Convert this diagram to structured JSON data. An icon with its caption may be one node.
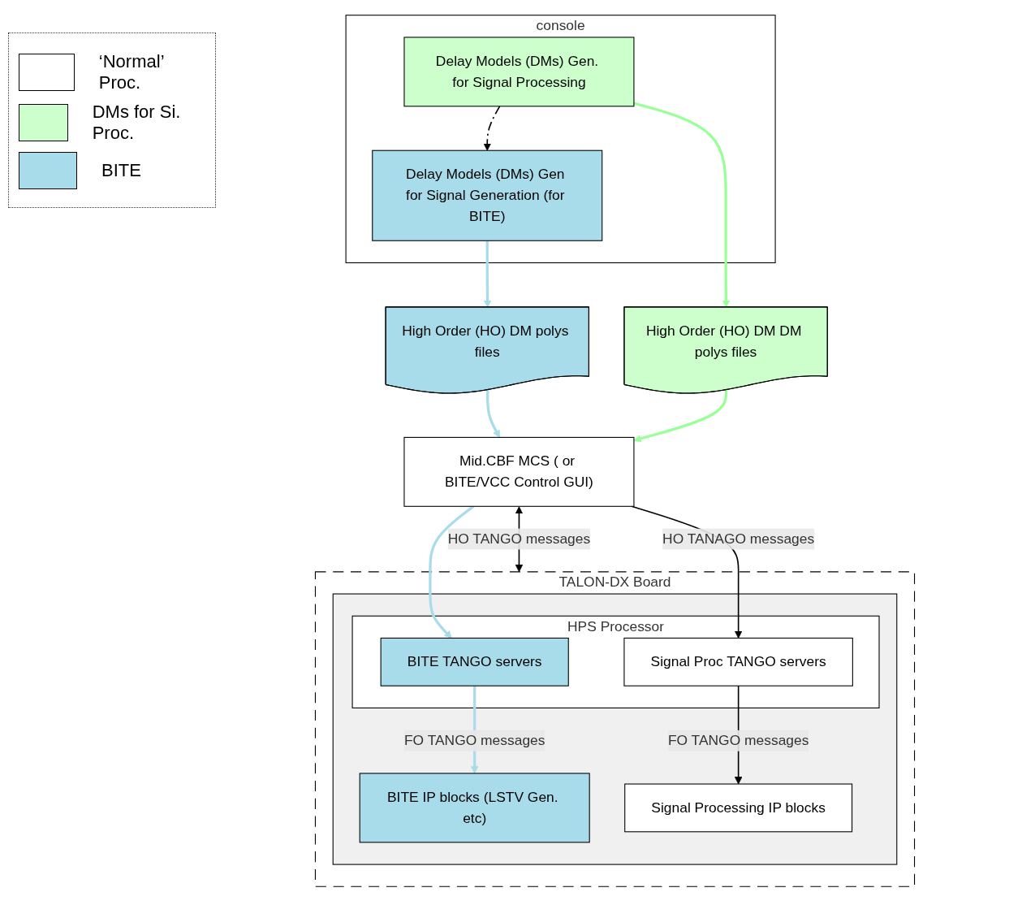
{
  "diagram": {
    "nodes": [
      {
        "text": [
          "console"
        ]
      },
      {
        "text": [
          "Delay Models (DMs) Gen for Signal Generation (for BITE)"
        ],
        "in": 0
      },
      {
        "text": [
          "Delay Models (DMs) Gen. for Signal Processing"
        ],
        "in": 0
      },
      {
        "text": [
          "High Order (HO) DM polys files"
        ]
      },
      {
        "text": [
          "High Order (HO) DM DM polys files"
        ]
      },
      {
        "text": [
          "Mid.CBF MCS ( or BITE/VCC Control GUI)"
        ]
      },
      {
        "text": [
          "TALON-DX Board"
        ]
      },
      {
        "text": [],
        "shape": "box",
        "in": 6
      },
      {
        "text": [
          "HPS Processor"
        ],
        "in": 7
      },
      {
        "text": [
          "BITE TANGO servers"
        ],
        "in": 8
      },
      {
        "text": [
          "Signal Proc TANGO servers"
        ],
        "in": 8
      },
      {
        "text": [
          "BITE IP blocks (LSTV Gen. etc)"
        ],
        "in": 7
      },
      {
        "text": [
          "Signal Processing IP blocks"
        ],
        "in": 7
      }
    ],
    "edges": [
      {
        "from": 2,
        "to": 1,
        "arrow": "to",
        "style": "dashed"
      },
      {
        "from": 1,
        "to": 3,
        "arrow": "to",
        "color": "#a8dcea"
      },
      {
        "from": 2,
        "to": 4,
        "arrow": "to",
        "color": "#99ff99"
      },
      {
        "from": 3,
        "to": 5,
        "arrow": "to",
        "color": "#a8dcea"
      },
      {
        "from": 4,
        "to": 5,
        "arrow": "to",
        "color": "#99ff99"
      },
      {
        "from": 5,
        "to": 6,
        "label": "HO TANGO messages",
        "arrow": "both"
      },
      {
        "from": 5,
        "to": 9,
        "arrow": "to",
        "color": "#a8dcea"
      },
      {
        "from": 5,
        "to": 10,
        "label": "HO TANAGO messages",
        "arrow": "to"
      },
      {
        "from": 9,
        "to": 11,
        "label": "FO TANGO messages",
        "arrow": "to",
        "color": "#a8dcea"
      },
      {
        "from": 10,
        "to": 12,
        "label": "FO TANGO messages",
        "arrow": "to"
      }
    ],
    "legend": [
      {
        "text": "‘Normal’ Proc.",
        "color": "#ffffff"
      },
      {
        "text": "DMs for Si. Proc.",
        "color": "#ccffcc"
      },
      {
        "text": "BITE",
        "color": "#a8dcea"
      }
    ]
  }
}
